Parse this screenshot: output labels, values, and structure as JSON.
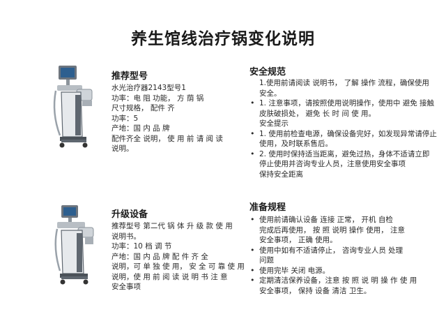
{
  "page": {
    "title": "养生馆线治疗锅变化说明"
  },
  "product_a": {
    "title": "推荐型号",
    "lines": [
      "水光治疗器2143型号1",
      "功率：电 阻 功能， 方 荫 锅",
      "尺寸规格， 配件 齐",
      "功率：5",
      "产地：国 内 品 牌",
      "配件齐全 说明， 使 用 前 请 阅 读",
      "说明。"
    ]
  },
  "product_b": {
    "title": "升级设备",
    "lines": [
      "推荐型号 第二代 锅 体 升 级 款 使 用",
      "说明书。",
      "功率：10 档 调 节",
      "产地：国 内 品 牌 配 件 齐 全",
      "说明，可 单 独 使 用， 安 全 可 靠 使 用",
      "说明，使 用 前 阅 读 说 明 书 注 意",
      "安全事项"
    ]
  },
  "safety": {
    "title": "安全规范",
    "lines": [
      {
        "bullet": false,
        "text": "1.使用前请阅读 说明书， 了解 操作 流程，确保使用"
      },
      {
        "bullet": false,
        "text": "安全。"
      },
      {
        "bullet": true,
        "text": "1. 注意事项，请按照使用说明操作，使用中 避免 接触"
      },
      {
        "bullet": true,
        "text": "皮肤破损处， 避免 长 时 间 使 用。"
      },
      {
        "bullet": false,
        "text": "安全提示"
      },
      {
        "bullet": true,
        "text": "1. 使用前检查电源，确保设备完好，如发现异常请停止"
      },
      {
        "bullet": false,
        "text": "使用，及时联系售后。"
      },
      {
        "bullet": true,
        "text": "2. 使用时保持适当距离，避免过热，身体不适请立即"
      },
      {
        "bullet": false,
        "text": "停止使用并咨询专业人员，注意使用安全事项"
      },
      {
        "bullet": false,
        "text": "保持安全距离"
      }
    ]
  },
  "guide": {
    "title": "准备规程",
    "lines": [
      {
        "bullet": true,
        "text": "使用前请确认设备 连接 正常， 开机 自检"
      },
      {
        "bullet": false,
        "text": "完成后再使用， 按 照 说明 操作 使用， 注意"
      },
      {
        "bullet": false,
        "text": "安全事项， 正确 使用。"
      },
      {
        "bullet": true,
        "text": "使用中如有不适请停止， 咨询专业人员 处理"
      },
      {
        "bullet": false,
        "text": "问题"
      },
      {
        "bullet": true,
        "text": "使用完毕 关闭 电源。"
      },
      {
        "bullet": true,
        "text": "定期清洁保养设备，注意 按 照 说 明 操 作 使 用"
      },
      {
        "bullet": false,
        "text": "安全事项， 保持 设备 清洁 卫生。"
      }
    ]
  },
  "icons": {
    "device_a": "treatment-device-icon",
    "device_b": "treatment-device-icon"
  },
  "colors": {
    "device_body": "#e6e9ec",
    "device_frame": "#5f6770",
    "screen": "#2d5f8f"
  }
}
